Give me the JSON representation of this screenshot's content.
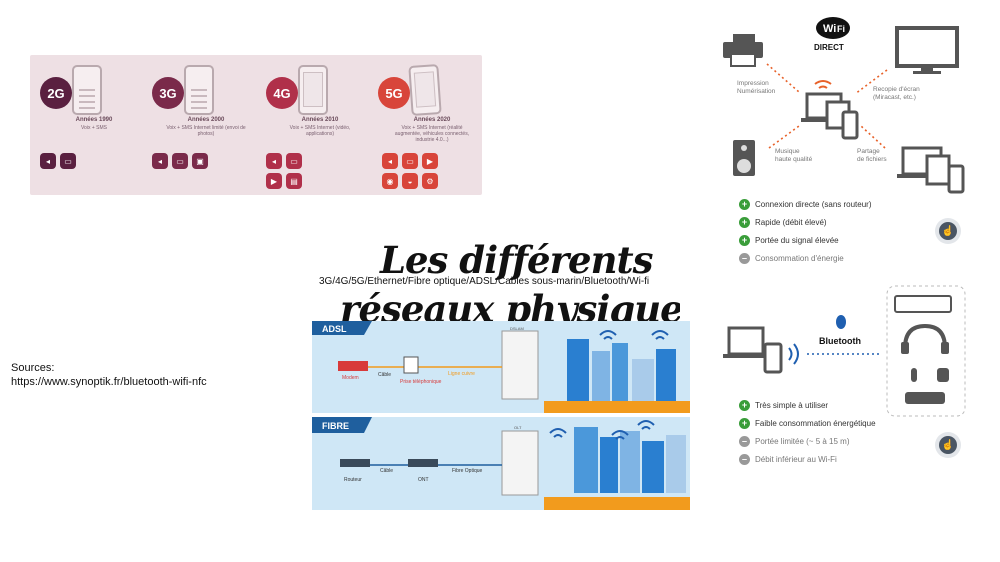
{
  "title": {
    "line1": "Les différents",
    "line2": "réseaux physique",
    "subtitle": "3G/4G/5G/Ethernet/Fibre optique/ADSL/Cables sous-marin/Bluetooth/Wi-fi"
  },
  "sources": {
    "label": "Sources:",
    "url": "https://www.synoptik.fr/bluetooth-wifi-nfc"
  },
  "generations": [
    {
      "badge": "2G",
      "color": "#5a2040",
      "year": "Années 1990",
      "desc": "Voix + SMS",
      "icons": 2
    },
    {
      "badge": "3G",
      "color": "#7a2a4a",
      "year": "Années 2000",
      "desc": "Voix + SMS Internet limité (envoi de photos)",
      "icons": 3
    },
    {
      "badge": "4G",
      "color": "#b0304a",
      "year": "Années 2010",
      "desc": "Voix + SMS Internet (vidéo, applications)",
      "icons": 4
    },
    {
      "badge": "5G",
      "color": "#d8453a",
      "year": "Années 2020",
      "desc": "Voix + SMS Internet (réalité augmentée, véhicules connectés, industrie 4.0...)",
      "icons": 6
    }
  ],
  "wifi_direct": {
    "logo_top": "Wi",
    "logo_fi": "Fi",
    "logo_direct": "DIRECT",
    "labels": {
      "print": "Impression\nNumérisation",
      "mirror": "Recopie d'écran\n(Miracast, etc.)",
      "music": "Musique\nhaute qualité",
      "share": "Partage\nde fichiers"
    },
    "features": [
      {
        "sign": "+",
        "text": "Connexion directe (sans routeur)",
        "positive": true
      },
      {
        "sign": "+",
        "text": "Rapide (débit élevé)",
        "positive": true
      },
      {
        "sign": "+",
        "text": "Portée du signal élevée",
        "positive": true
      },
      {
        "sign": "–",
        "text": "Consommation d'énergie",
        "positive": false
      }
    ],
    "orange": "#e8622a"
  },
  "net_diagram": {
    "adsl_label": "ADSL",
    "fibre_label": "FIBRE",
    "adsl": {
      "modem": "Modem",
      "cable": "Câble",
      "prise": "Prise\ntéléphonique",
      "ligne": "Ligne cuivre",
      "dslam": "DSLAM"
    },
    "fibre": {
      "routeur": "Routeur",
      "cable": "Câble",
      "ont": "ONT",
      "fibre": "Fibre Optique",
      "olt": "OLT"
    },
    "colors": {
      "sky": "#cfe7f6",
      "header": "#1f5f9e",
      "ground": "#f29b1d",
      "wifi": "#1f5fb0"
    }
  },
  "bluetooth": {
    "logo": "Bluetooth",
    "features": [
      {
        "sign": "+",
        "text": "Très simple à utiliser",
        "positive": true
      },
      {
        "sign": "+",
        "text": "Faible consommation énergétique",
        "positive": true
      },
      {
        "sign": "–",
        "text": "Portée limitée (~ 5 à 15 m)",
        "positive": false
      },
      {
        "sign": "–",
        "text": "Débit inférieur au Wi-Fi",
        "positive": false
      }
    ]
  }
}
